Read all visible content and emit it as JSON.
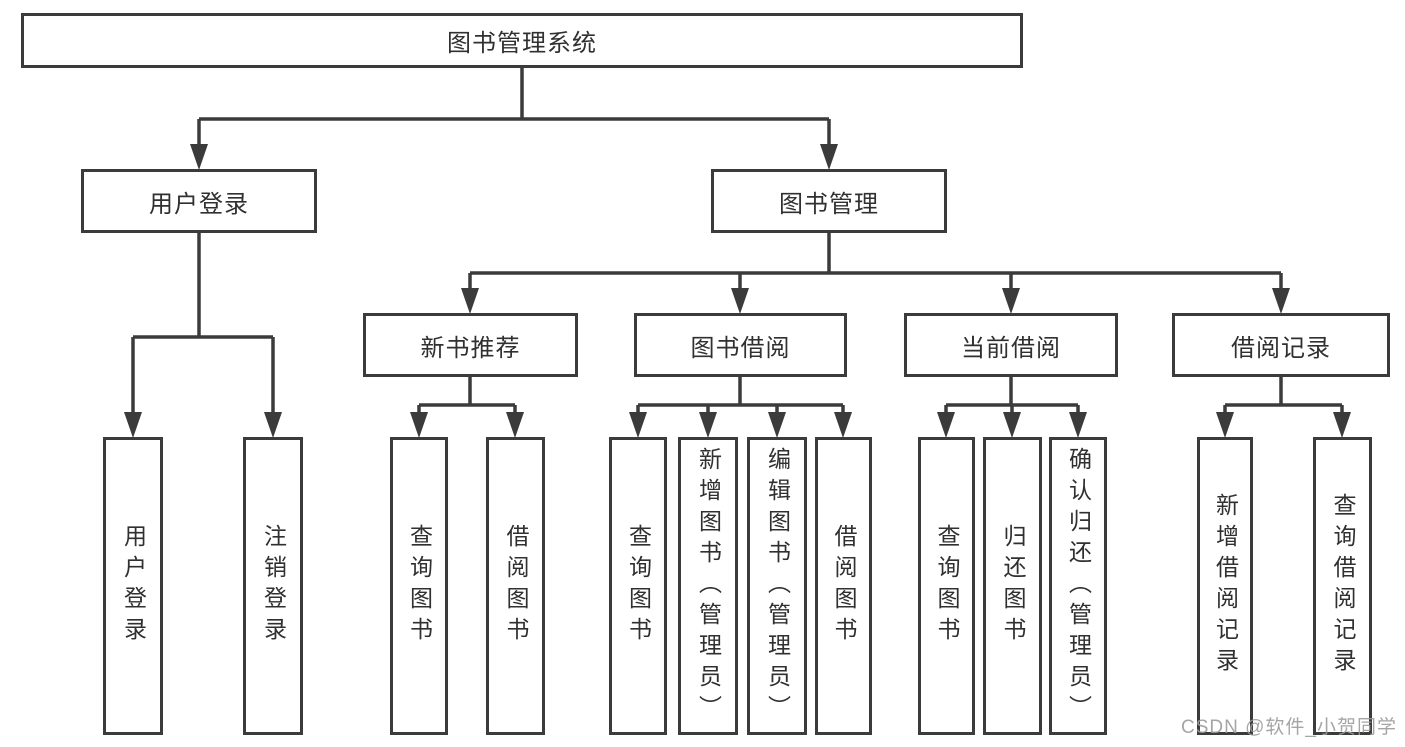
{
  "diagram": {
    "root": "图书管理系统",
    "branches": [
      {
        "label": "用户登录",
        "children": [
          "用户登录",
          "注销登录"
        ]
      },
      {
        "label": "图书管理",
        "children": [
          {
            "label": "新书推荐",
            "children": [
              "查询图书",
              "借阅图书"
            ]
          },
          {
            "label": "图书借阅",
            "children": [
              "查询图书",
              "新增图书（管理员）",
              "编辑图书（管理员）",
              "借阅图书"
            ]
          },
          {
            "label": "当前借阅",
            "children": [
              "查询图书",
              "归还图书",
              "确认归还（管理员）"
            ]
          },
          {
            "label": "借阅记录",
            "children": [
              "新增借阅记录",
              "查询借阅记录"
            ]
          }
        ]
      }
    ]
  },
  "watermark": "CSDN @软件_小贺同学",
  "colors": {
    "line": "#3b3b3b",
    "text": "#303030",
    "watermark": "#9b9b9b",
    "background": "#ffffff"
  }
}
